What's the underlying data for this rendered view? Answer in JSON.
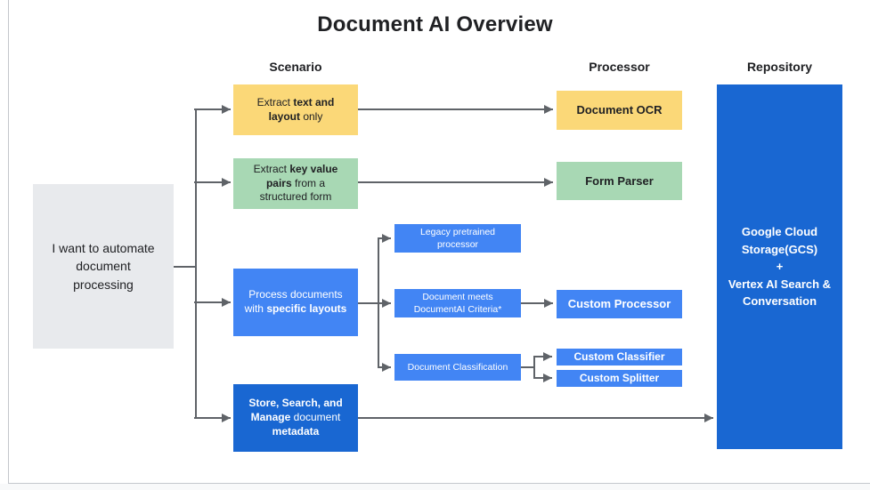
{
  "title": "Document AI Overview",
  "column_headers": {
    "scenario": "Scenario",
    "processor": "Processor",
    "repository": "Repository"
  },
  "start": {
    "line1": "I want to automate",
    "line2": "document",
    "line3": "processing"
  },
  "scenarios": {
    "extract_text": {
      "line1_pre": "Extract ",
      "line1_bold": "text and",
      "line2_bold": "layout",
      "line2_rest": " only"
    },
    "extract_kv": {
      "line1_pre": "Extract ",
      "line1_bold": "key value",
      "line2_bold": "pairs",
      "line2_rest": " from a",
      "line3": "structured form"
    },
    "specific_layouts": {
      "line1": "Process documents",
      "line2_pre": "with ",
      "line2_bold": "specific layouts"
    },
    "store": {
      "line1": "Store, Search, and",
      "line2_bold": "Manage",
      "line2_rest": " document",
      "line3": "metadata"
    }
  },
  "options": {
    "legacy": {
      "line1": "Legacy pretrained",
      "line2": "processor"
    },
    "criteria": {
      "line1": "Document meets",
      "line2": "DocumentAI Criteria*"
    },
    "classification": "Document Classification"
  },
  "processors": {
    "ocr": "Document OCR",
    "form_parser": "Form Parser",
    "custom_processor": "Custom Processor",
    "custom_classifier": "Custom Classifier",
    "custom_splitter": "Custom Splitter"
  },
  "repository": {
    "line1": "Google Cloud",
    "line2": "Storage(GCS)",
    "line3": "+",
    "line4": "Vertex AI Search &",
    "line5": "Conversation"
  },
  "colors": {
    "yellow": "#FBD878",
    "green": "#A8D8B4",
    "blue": "#4285F4",
    "dark_blue": "#1967D2",
    "gray": "#E8EAED",
    "arrow": "#5F6368",
    "text_dark": "#202124"
  }
}
